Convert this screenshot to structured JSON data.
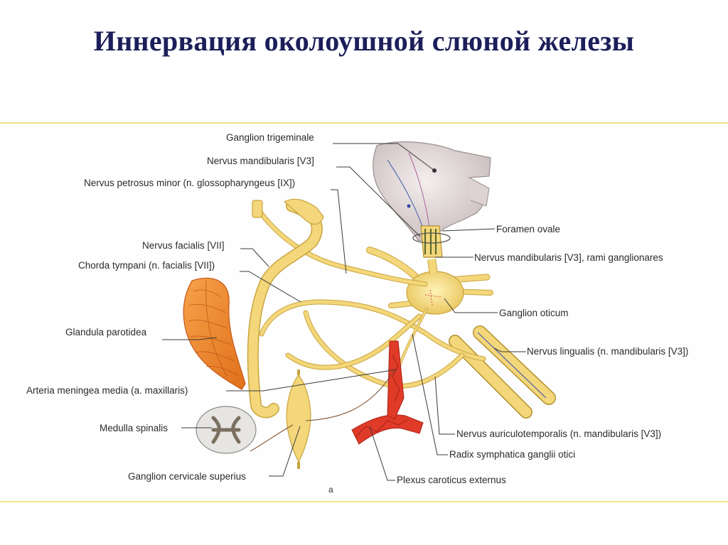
{
  "title": "Иннервация околоушной слюной железы",
  "labels": {
    "ganglion_trigeminale": "Ganglion trigeminale",
    "nervus_mandibularis": "Nervus mandibularis [V3]",
    "nervus_petrosus_minor": "Nervus petrosus minor (n. glossopharyngeus [IX])",
    "nervus_facialis": "Nervus facialis [VII]",
    "chorda_tympani": "Chorda tympani (n. facialis [VII])",
    "glandula_parotidea": "Glandula parotidea",
    "arteria_meningea_media": "Arteria meningea media (a. maxillaris)",
    "medulla_spinalis": "Medulla spinalis",
    "ganglion_cervicale_superius": "Ganglion cervicale superius",
    "foramen_ovale": "Foramen ovale",
    "rami_ganglionares": "Nervus mandibularis [V3], rami ganglionares",
    "ganglion_oticum": "Ganglion oticum",
    "nervus_lingualis": "Nervus lingualis (n. mandibularis [V3])",
    "nervus_auriculotemporalis": "Nervus auriculotemporalis (n. mandibularis [V3])",
    "radix_symphatica": "Radix symphatica ganglii otici",
    "plexus_caroticus_externus": "Plexus caroticus externus"
  },
  "figure_letter": "a",
  "colors": {
    "title": "#1c1f5a",
    "nerve_fill": "#f3d77a",
    "nerve_stroke": "#c9a43e",
    "gland": "#f08a2c",
    "artery": "#e03a28",
    "ganglion_bone": "#e8e0df",
    "frame_border": "#f0e58a"
  }
}
